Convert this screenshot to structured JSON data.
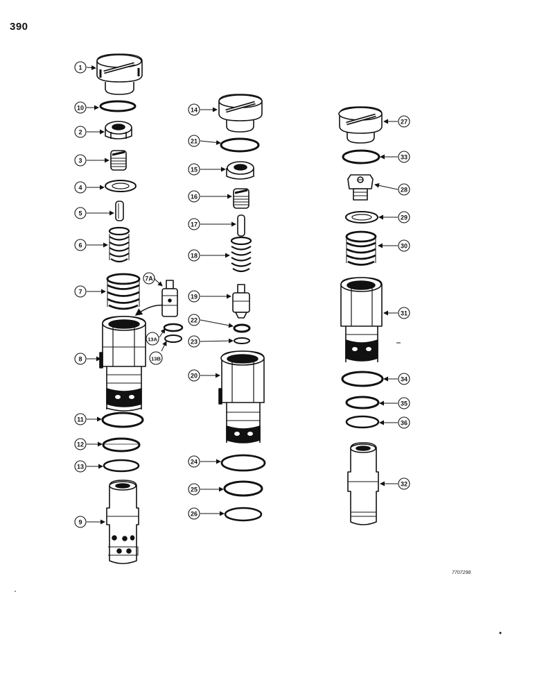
{
  "page_number": "390",
  "drawing_code": "7707298",
  "colors": {
    "ink": "#111111",
    "paper": "#ffffff"
  },
  "callouts": [
    {
      "label": "1",
      "part": "cap-column1"
    },
    {
      "label": "10",
      "part": "o-ring-10"
    },
    {
      "label": "2",
      "part": "nut-2"
    },
    {
      "label": "3",
      "part": "adjusting-screw-3"
    },
    {
      "label": "4",
      "part": "washer-4"
    },
    {
      "label": "5",
      "part": "pin-5"
    },
    {
      "label": "6",
      "part": "spring-6"
    },
    {
      "label": "7",
      "part": "spring-7"
    },
    {
      "label": "7A",
      "part": "poppet-7A"
    },
    {
      "label": "13A",
      "part": "backup-ring-13A"
    },
    {
      "label": "13B",
      "part": "o-ring-13B"
    },
    {
      "label": "8",
      "part": "valve-body-8"
    },
    {
      "label": "11",
      "part": "o-ring-11"
    },
    {
      "label": "12",
      "part": "backup-ring-12"
    },
    {
      "label": "13",
      "part": "o-ring-13"
    },
    {
      "label": "9",
      "part": "sleeve-9"
    },
    {
      "label": "14",
      "part": "cap-14"
    },
    {
      "label": "21",
      "part": "o-ring-21"
    },
    {
      "label": "15",
      "part": "nut-15"
    },
    {
      "label": "16",
      "part": "adjusting-screw-16"
    },
    {
      "label": "17",
      "part": "pin-17"
    },
    {
      "label": "18",
      "part": "spring-18"
    },
    {
      "label": "19",
      "part": "poppet-19"
    },
    {
      "label": "22",
      "part": "backup-ring-22"
    },
    {
      "label": "23",
      "part": "o-ring-23"
    },
    {
      "label": "20",
      "part": "valve-body-20"
    },
    {
      "label": "24",
      "part": "o-ring-24"
    },
    {
      "label": "25",
      "part": "backup-ring-25"
    },
    {
      "label": "26",
      "part": "o-ring-26"
    },
    {
      "label": "27",
      "part": "cap-27"
    },
    {
      "label": "33",
      "part": "o-ring-33"
    },
    {
      "label": "28",
      "part": "plug-28"
    },
    {
      "label": "29",
      "part": "washer-29"
    },
    {
      "label": "30",
      "part": "spring-30"
    },
    {
      "label": "31",
      "part": "valve-body-31"
    },
    {
      "label": "34",
      "part": "o-ring-34"
    },
    {
      "label": "35",
      "part": "backup-ring-35"
    },
    {
      "label": "36",
      "part": "o-ring-36"
    },
    {
      "label": "32",
      "part": "sleeve-32"
    }
  ]
}
